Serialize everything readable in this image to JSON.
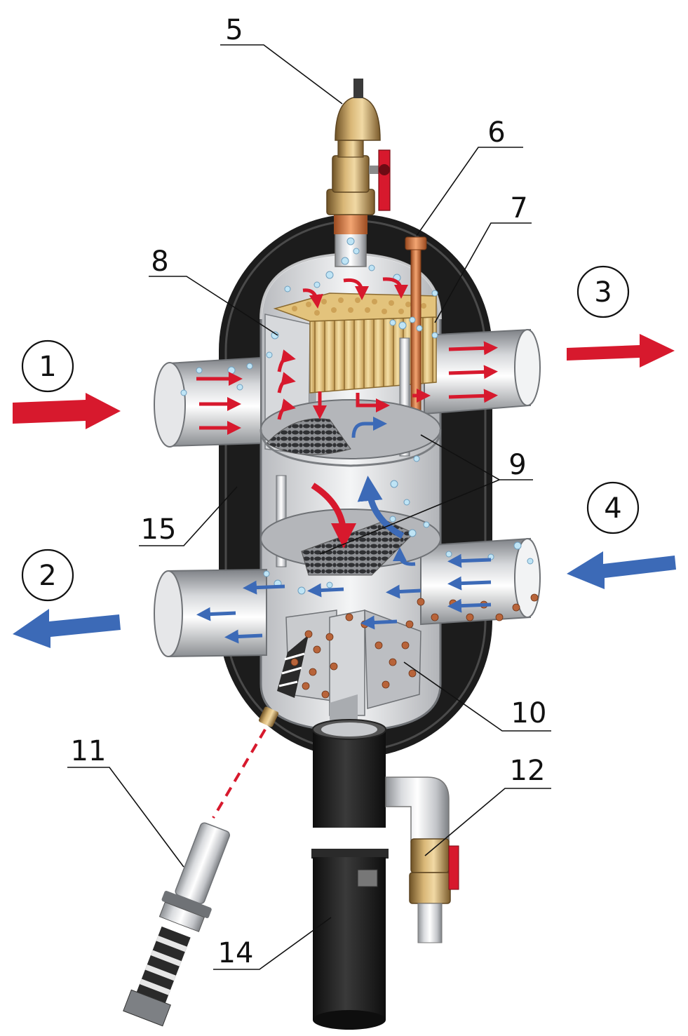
{
  "labels": {
    "l1": "1",
    "l2": "2",
    "l3": "3",
    "l4": "4",
    "l5": "5",
    "l6": "6",
    "l7": "7",
    "l8": "8",
    "l9": "9",
    "l10": "10",
    "l11": "11",
    "l12": "12",
    "l14": "14",
    "l15": "15"
  },
  "colors": {
    "hot": "#d7192d",
    "cold": "#3c6ab7",
    "insulation": "#1c1c1c",
    "steel": "#c9cbce",
    "brass": "#b48c4a",
    "bubble": "#bfe4f5",
    "dirt": "#b8643a"
  }
}
